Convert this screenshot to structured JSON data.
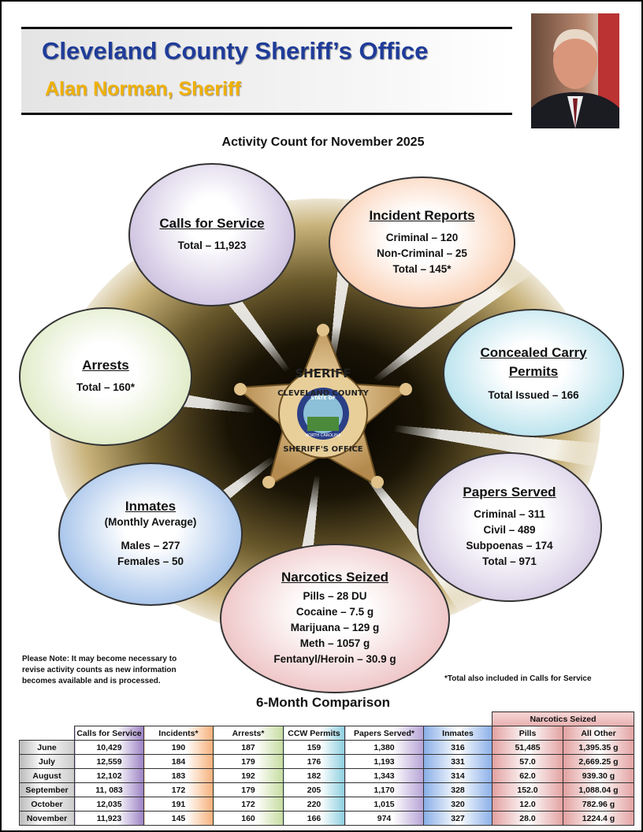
{
  "header": {
    "title": "Cleveland County Sheriff’s Office",
    "subtitle": "Alan Norman, Sheriff"
  },
  "activity_heading": "Activity Count for November 2025",
  "badge": {
    "top": "SHERIFF",
    "ring_top": "CLEVELAND COUNTY",
    "ring_bottom": "SHERIFF'S OFFICE",
    "seal_top": "STATE OF",
    "seal_bottom": "NORTH CAROLINA"
  },
  "bubbles": {
    "calls": {
      "title": "Calls for Service",
      "lines": [
        "Total – 11,923"
      ]
    },
    "incidents": {
      "title": "Incident Reports",
      "lines": [
        "Criminal – 120",
        "Non-Criminal – 25",
        "Total – 145*"
      ]
    },
    "ccw": {
      "title": "Concealed Carry Permits",
      "lines": [
        "Total Issued – 166"
      ]
    },
    "papers": {
      "title": "Papers Served",
      "lines": [
        "Criminal – 311",
        "Civil – 489",
        "Subpoenas – 174",
        "Total – 971"
      ]
    },
    "narcotics": {
      "title": "Narcotics Seized",
      "lines": [
        "Pills – 28 DU",
        "Cocaine – 7.5  g",
        "Marijuana – 129 g",
        "Meth – 1057 g",
        "Fentanyl/Heroin – 30.9 g"
      ]
    },
    "inmates": {
      "title": "Inmates",
      "subtitle": "(Monthly Average)",
      "lines": [
        "Males –  277",
        "Females – 50"
      ]
    },
    "arrests": {
      "title": "Arrests",
      "lines": [
        "Total – 160*"
      ]
    }
  },
  "notes": {
    "left": "Please Note:  It may become necessary to revise activity counts as new information becomes available and is processed.",
    "right": "*Total also included in Calls for Service"
  },
  "comparison": {
    "heading": "6-Month Comparison",
    "group_header": "Narcotics Seized",
    "columns": [
      "Calls for Service",
      "Incidents*",
      "Arrests*",
      "CCW Permits",
      "Papers Served*",
      "Inmates",
      "Pills",
      "All Other"
    ],
    "rows": [
      [
        "June",
        "10,429",
        "190",
        "187",
        "159",
        "1,380",
        "316",
        "51,485",
        "1,395.35 g"
      ],
      [
        "July",
        "12,559",
        "184",
        "179",
        "176",
        "1,193",
        "331",
        "57.0",
        "2,669.25 g"
      ],
      [
        "August",
        "12,102",
        "183",
        "192",
        "182",
        "1,343",
        "314",
        "62.0",
        "939.30 g"
      ],
      [
        "September",
        "11, 083",
        "172",
        "179",
        "205",
        "1,170",
        "328",
        "152.0",
        "1,088.04 g"
      ],
      [
        "October",
        "12,035",
        "191",
        "172",
        "220",
        "1,015",
        "320",
        "12.0",
        "782.96 g"
      ],
      [
        "November",
        "11,923",
        "145",
        "160",
        "166",
        "974",
        "327",
        "28.0",
        "1224.4 g"
      ]
    ]
  }
}
